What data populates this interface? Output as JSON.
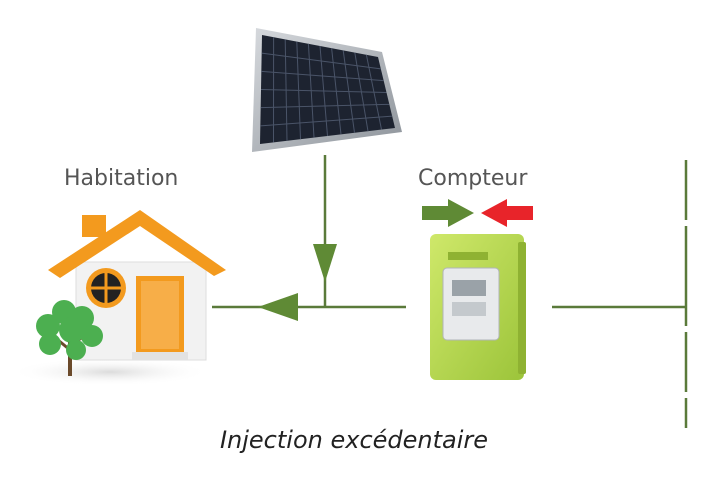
{
  "labels": {
    "house": "Habitation",
    "meter": "Compteur"
  },
  "caption": "Injection excédentaire",
  "colors": {
    "flow_line": "#5a7a3a",
    "arrow_green": "#5f8a35",
    "arrow_red": "#e8242a",
    "meter_body": "#b5d94a",
    "roof": "#f39a1e",
    "door": "#f39a1e",
    "panel_cell": "#1d2330",
    "panel_frame": "#b8bcc2",
    "tree": "#4caf50"
  },
  "icons": {
    "solar_panel": "solar-panel-icon",
    "house": "house-icon",
    "meter": "electric-meter-icon",
    "tree": "tree-icon",
    "grid": "grid-line-icon"
  }
}
